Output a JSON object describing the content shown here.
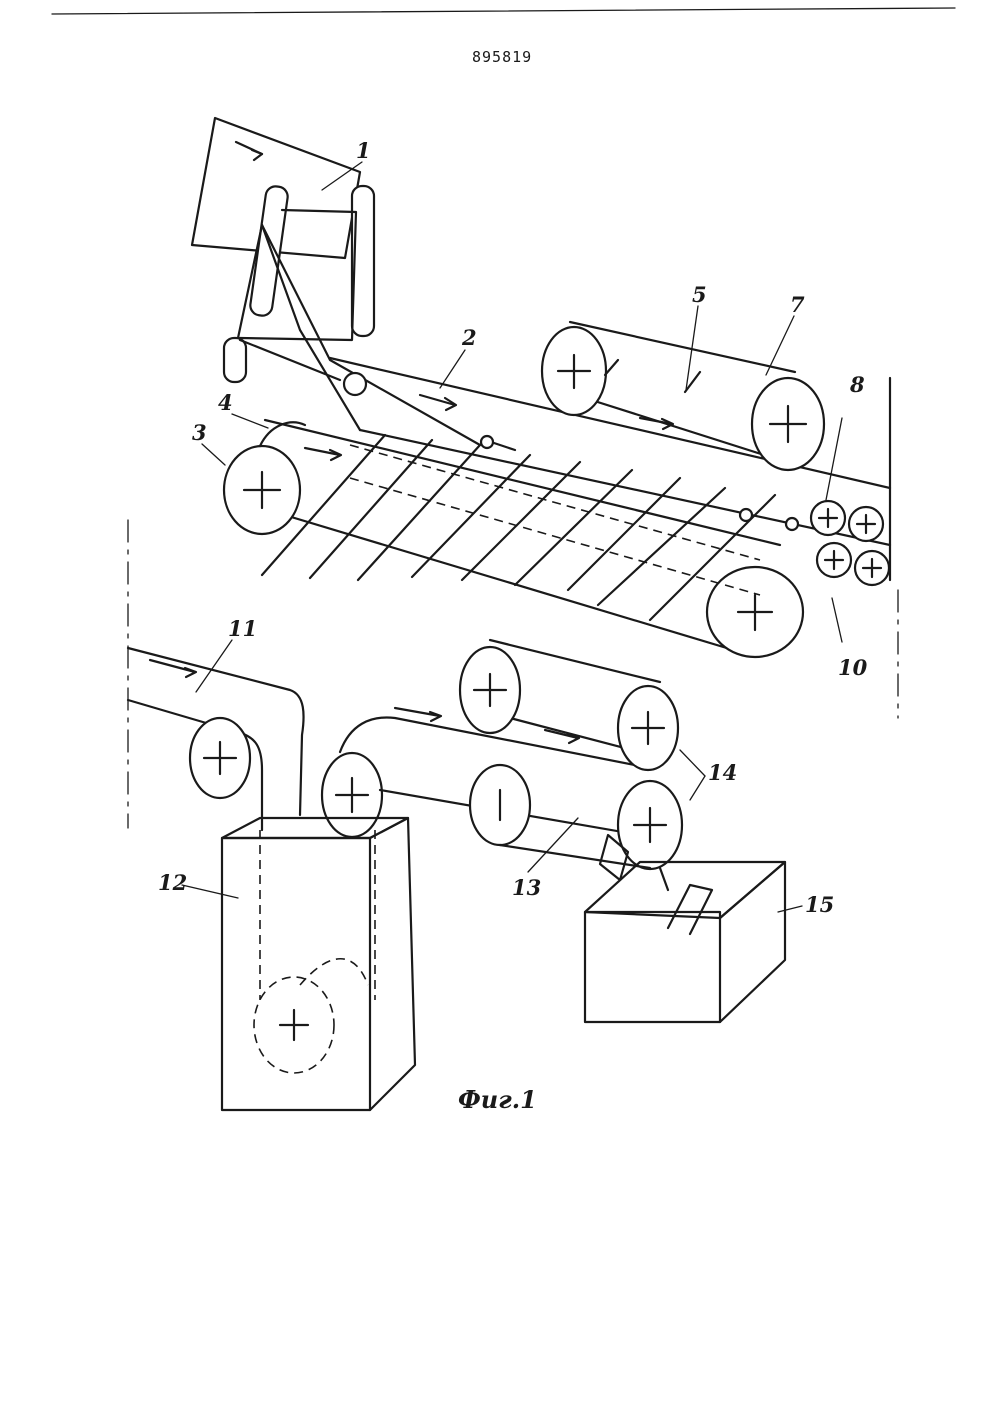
{
  "document": {
    "number": "895819",
    "figure_caption": "Фиг.1"
  },
  "labels": {
    "l1": "1",
    "l2": "2",
    "l3": "3",
    "l4": "4",
    "l5": "5",
    "l7": "7",
    "l8": "8",
    "l10": "10",
    "l11": "11",
    "l12": "12",
    "l13": "13",
    "l14": "14",
    "l15": "15"
  }
}
